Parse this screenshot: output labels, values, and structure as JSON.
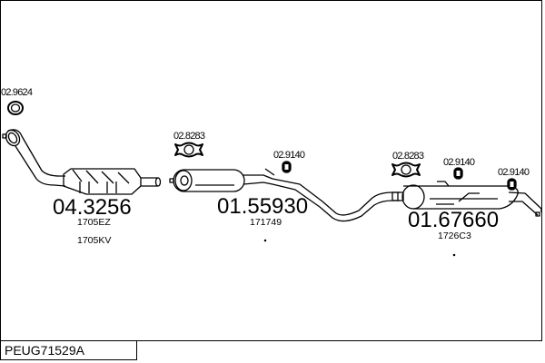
{
  "diagram": {
    "title_code": "PEUG71529A",
    "parts": [
      {
        "part_number": "04.3256",
        "refs": [
          "1705EZ",
          "1705KV"
        ],
        "type": "catalytic-converter"
      },
      {
        "part_number": "01.55930",
        "refs": [
          "171749"
        ],
        "type": "front-silencer"
      },
      {
        "part_number": "01.67660",
        "refs": [
          "1726C3"
        ],
        "type": "rear-silencer"
      }
    ],
    "accessories": [
      {
        "code": "02.9624",
        "type": "gasket-ring"
      },
      {
        "code": "02.8283",
        "type": "flange-gasket"
      },
      {
        "code": "02.9140",
        "type": "rubber-hanger"
      },
      {
        "code": "02.8283",
        "type": "flange-gasket"
      },
      {
        "code": "02.9140",
        "type": "rubber-hanger"
      },
      {
        "code": "02.9140",
        "type": "rubber-hanger"
      }
    ]
  }
}
